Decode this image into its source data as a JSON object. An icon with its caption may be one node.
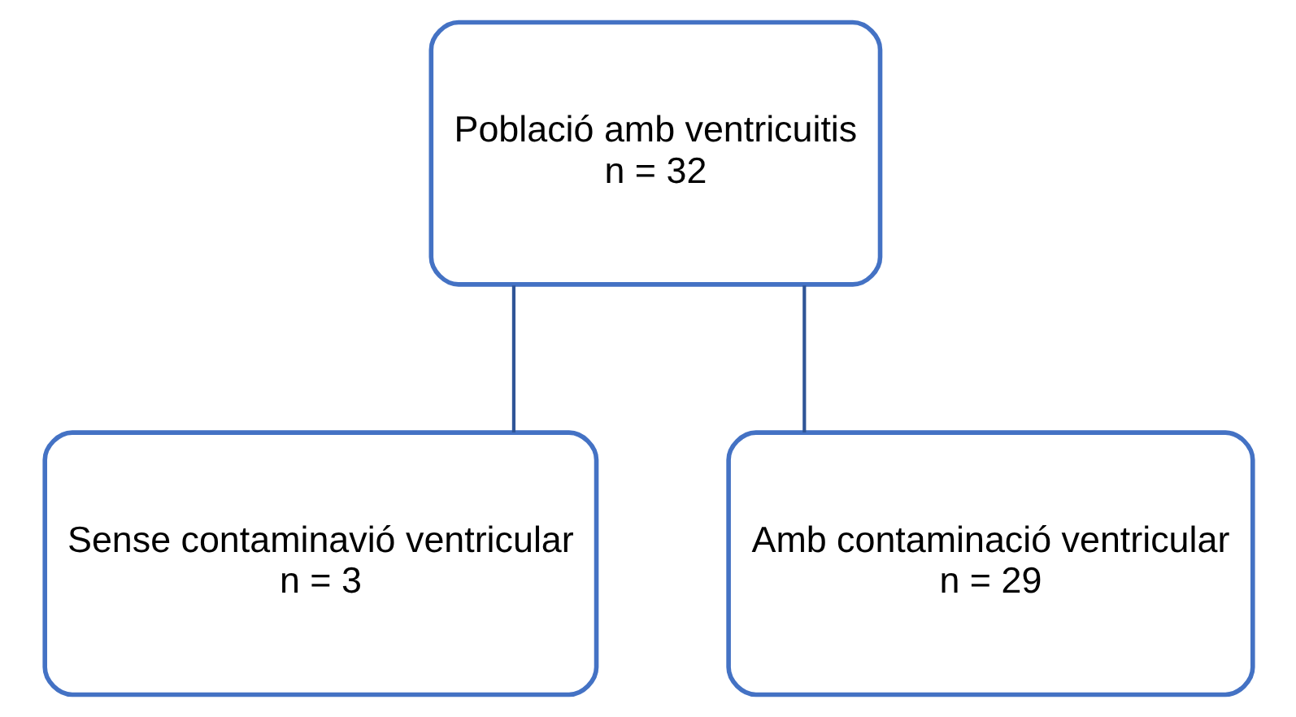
{
  "diagram": {
    "nodes": [
      {
        "text": [
          "Població amb ventricuitis",
          "n = 32"
        ]
      },
      {
        "text": [
          "Sense contaminavió ventricular",
          "n = 3"
        ]
      },
      {
        "text": [
          "Amb contaminació ventricular",
          "n = 29"
        ]
      }
    ],
    "edges": [
      {
        "from": 0,
        "to": 1,
        "arrow": "none"
      },
      {
        "from": 0,
        "to": 2,
        "arrow": "none"
      }
    ]
  }
}
